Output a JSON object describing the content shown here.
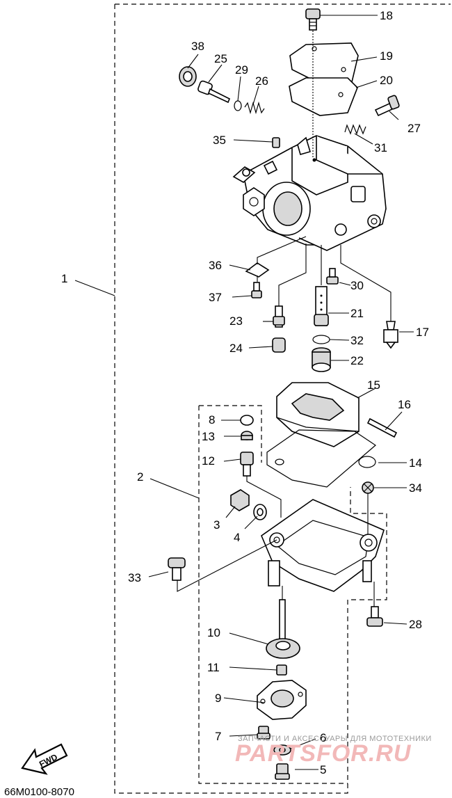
{
  "callouts": [
    {
      "id": "1",
      "label": "1"
    },
    {
      "id": "2",
      "label": "2"
    },
    {
      "id": "3",
      "label": "3"
    },
    {
      "id": "4",
      "label": "4"
    },
    {
      "id": "5",
      "label": "5"
    },
    {
      "id": "6",
      "label": "6"
    },
    {
      "id": "7",
      "label": "7"
    },
    {
      "id": "8",
      "label": "8"
    },
    {
      "id": "9",
      "label": "9"
    },
    {
      "id": "10",
      "label": "10"
    },
    {
      "id": "11",
      "label": "11"
    },
    {
      "id": "12",
      "label": "12"
    },
    {
      "id": "13",
      "label": "13"
    },
    {
      "id": "14",
      "label": "14"
    },
    {
      "id": "15",
      "label": "15"
    },
    {
      "id": "16",
      "label": "16"
    },
    {
      "id": "17",
      "label": "17"
    },
    {
      "id": "18",
      "label": "18"
    },
    {
      "id": "19",
      "label": "19"
    },
    {
      "id": "20",
      "label": "20"
    },
    {
      "id": "21",
      "label": "21"
    },
    {
      "id": "22",
      "label": "22"
    },
    {
      "id": "23",
      "label": "23"
    },
    {
      "id": "24",
      "label": "24"
    },
    {
      "id": "25",
      "label": "25"
    },
    {
      "id": "26",
      "label": "26"
    },
    {
      "id": "27",
      "label": "27"
    },
    {
      "id": "28",
      "label": "28"
    },
    {
      "id": "29",
      "label": "29"
    },
    {
      "id": "30",
      "label": "30"
    },
    {
      "id": "31",
      "label": "31"
    },
    {
      "id": "32",
      "label": "32"
    },
    {
      "id": "33",
      "label": "33"
    },
    {
      "id": "34",
      "label": "34"
    },
    {
      "id": "35",
      "label": "35"
    },
    {
      "id": "36",
      "label": "36"
    },
    {
      "id": "37",
      "label": "37"
    },
    {
      "id": "38",
      "label": "38"
    }
  ],
  "fwd_label": "FWD",
  "diagram_code": "66M0100-8070",
  "watermark": {
    "tagline": "ЗАПЧАСТИ И АКСЕССУАРЫ ДЛЯ МОТОТЕХНИКИ",
    "logo": "PARTSFOR.RU"
  },
  "colors": {
    "line": "#000000",
    "background": "#ffffff",
    "watermark_logo": "#f2b8b8",
    "watermark_text": "#9a9a9a"
  }
}
